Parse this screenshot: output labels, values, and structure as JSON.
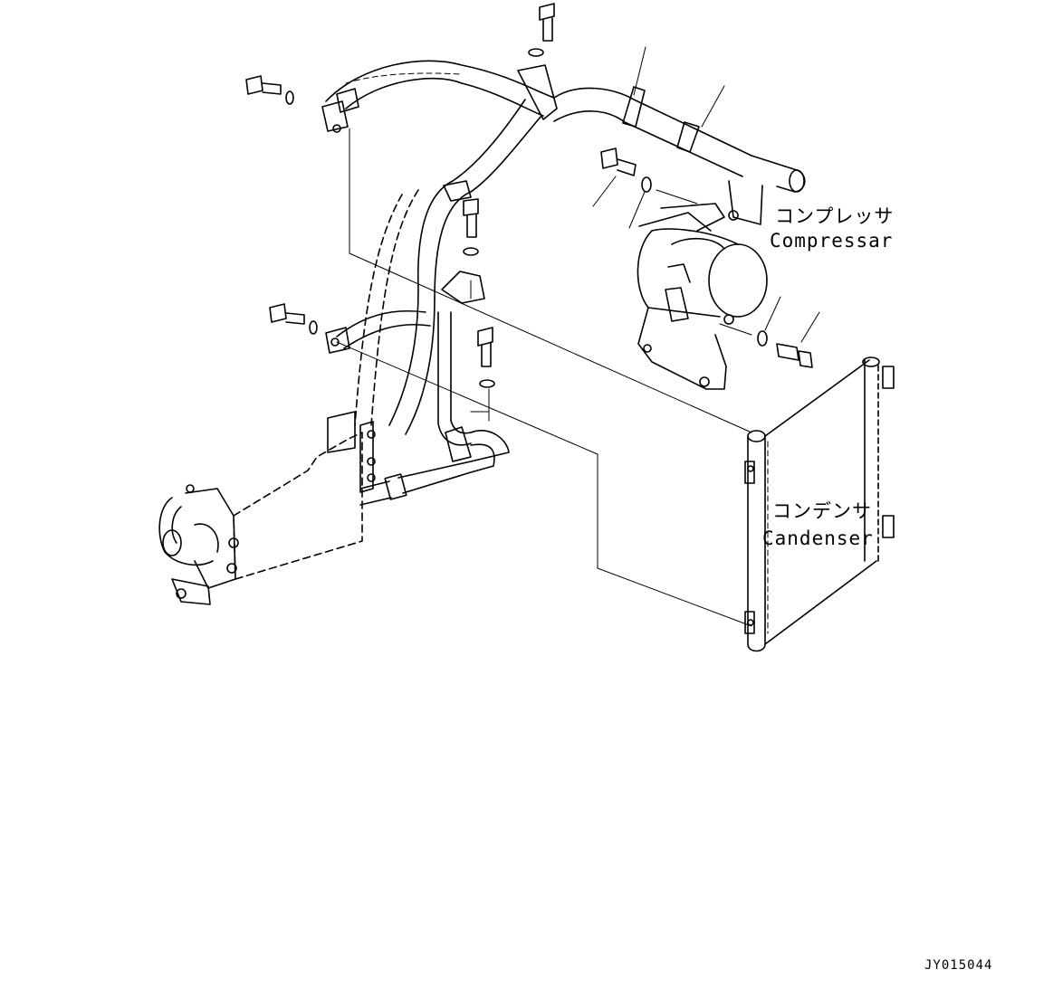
{
  "labels": {
    "compressor_jp": "コンプレッサ",
    "compressor_en": "Compressar",
    "condenser_jp": "コンデンサ",
    "condenser_en": "Candenser",
    "drawing_code": "JY015044"
  }
}
